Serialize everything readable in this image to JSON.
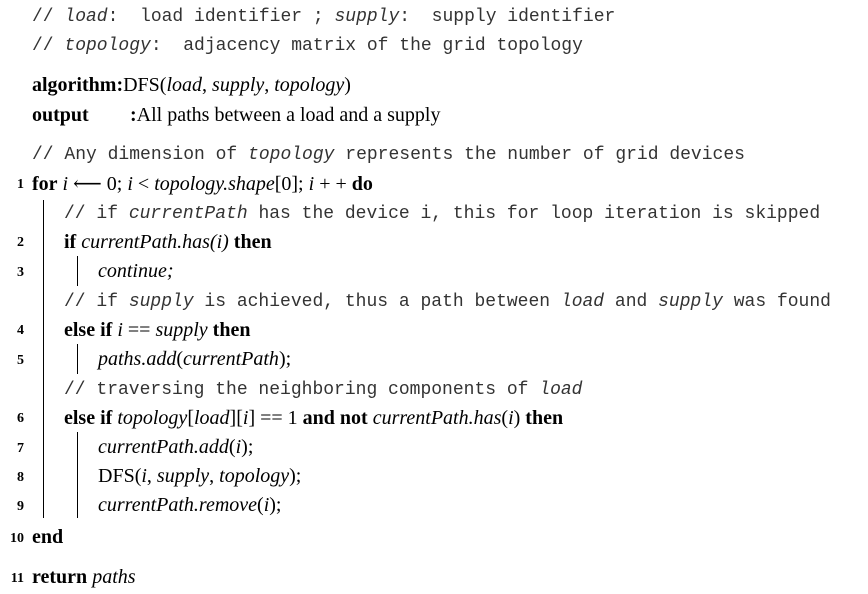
{
  "header_comments": [
    {
      "prefix": "// ",
      "a": "load",
      "b": ":  load identifier ; ",
      "c": "supply",
      "d": ":  supply identifier"
    },
    {
      "prefix": "// ",
      "a": "topology",
      "b": ":  adjacency matrix of the grid topology"
    }
  ],
  "algorithm_label": "algorithm",
  "algorithm_sig": {
    "name": "DFS(",
    "p1": "load",
    "sep1": ", ",
    "p2": "supply",
    "sep2": ", ",
    "p3": "topology",
    "close": ")"
  },
  "output_label": "output",
  "output_text": "All paths between a load and a supply",
  "comment_dim": {
    "prefix": "// Any dimension of ",
    "var": "topology",
    "rest": " represents the number of grid devices"
  },
  "line1": {
    "num": "1",
    "for": "for",
    "i": "i",
    "arrow": " ⟵ 0; ",
    "i2": "i",
    "lt": " < ",
    "topo": "topology.shape",
    "idx": "[0]; ",
    "i3": "i",
    "pp": " + + ",
    "do": "do"
  },
  "comment_skip": {
    "prefix": "// if ",
    "var": "currentPath",
    "rest": " has the device i, this for loop iteration is skipped"
  },
  "line2": {
    "num": "2",
    "if": "if",
    "expr": "currentPath.has(i)",
    "then": "then"
  },
  "line3": {
    "num": "3",
    "text": "continue;"
  },
  "comment_supply": {
    "prefix": "// if ",
    "v1": "supply",
    "m1": " is achieved, thus a path between ",
    "v2": "load",
    "m2": " and ",
    "v3": "supply",
    "m3": " was found"
  },
  "line4": {
    "num": "4",
    "elseif": "else if",
    "i": "i",
    "eq": " == ",
    "supply": "supply",
    "then": "then"
  },
  "line5": {
    "num": "5",
    "fn": "paths.add",
    "open": "(",
    "arg": "currentPath",
    "close": ");"
  },
  "comment_trav": {
    "prefix": "// traversing the neighboring components of ",
    "var": "load"
  },
  "line6": {
    "num": "6",
    "elseif": "else if",
    "topo": "topology",
    "b1": "[",
    "load": "load",
    "b2": "][",
    "i": "i",
    "b3": "] == 1 ",
    "and": "and not",
    "cp": " currentPath.has",
    "open": "(",
    "i2": "i",
    "close": ") ",
    "then": "then"
  },
  "line7": {
    "num": "7",
    "fn": "currentPath.add",
    "open": "(",
    "arg": "i",
    "close": ");"
  },
  "line8": {
    "num": "8",
    "name": "DFS(",
    "a1": "i",
    "s1": ", ",
    "a2": "supply",
    "s2": ", ",
    "a3": "topology",
    "close": ");"
  },
  "line9": {
    "num": "9",
    "fn": "currentPath.remove",
    "open": "(",
    "arg": "i",
    "close": ");"
  },
  "line10": {
    "num": "10",
    "end": "end"
  },
  "line11": {
    "num": "11",
    "ret": "return",
    "val": "paths"
  }
}
